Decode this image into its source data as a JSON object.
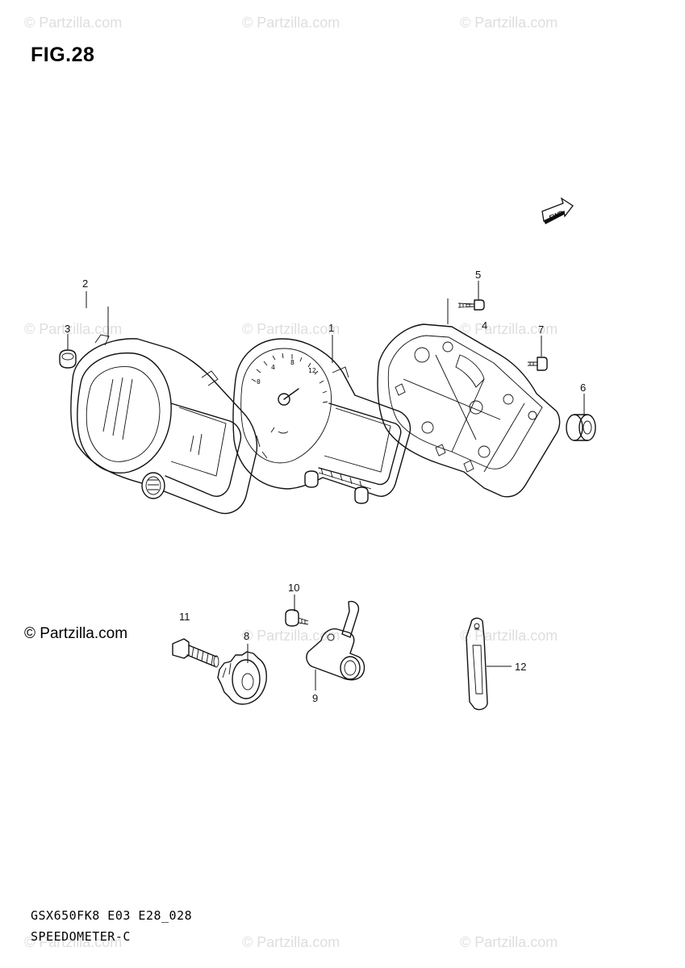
{
  "figure": {
    "title": "FIG.28"
  },
  "footer": {
    "model_code": "GSX650FK8 E03 E28_028",
    "section_name": "SPEEDOMETER-C"
  },
  "copyright": "© Partzilla.com",
  "watermark": "© Partzilla.com",
  "fwd_label": "FWD",
  "callouts": [
    {
      "id": "c1",
      "text": "1"
    },
    {
      "id": "c2",
      "text": "2"
    },
    {
      "id": "c3",
      "text": "3"
    },
    {
      "id": "c4",
      "text": "4"
    },
    {
      "id": "c5",
      "text": "5"
    },
    {
      "id": "c6",
      "text": "6"
    },
    {
      "id": "c7",
      "text": "7"
    },
    {
      "id": "c8",
      "text": "8"
    },
    {
      "id": "c9",
      "text": "9"
    },
    {
      "id": "c10",
      "text": "10"
    },
    {
      "id": "c11",
      "text": "11"
    },
    {
      "id": "c12",
      "text": "12"
    }
  ]
}
